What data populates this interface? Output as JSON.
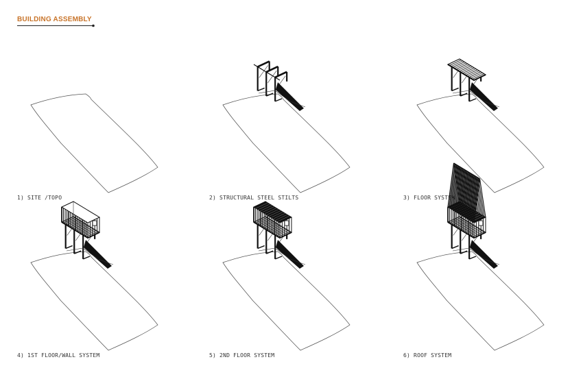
{
  "header": {
    "title": "BUILDING ASSEMBLY",
    "accent_color": "#c8742a"
  },
  "steps": [
    {
      "label": "1) SITE /TOPO",
      "stage": 1
    },
    {
      "label": "2) STRUCTURAL STEEL STILTS",
      "stage": 2
    },
    {
      "label": "3) FLOOR SYSTEM",
      "stage": 3
    },
    {
      "label": "4) 1ST FLOOR/WALL SYSTEM",
      "stage": 4
    },
    {
      "label": "5) 2ND FLOOR SYSTEM",
      "stage": 5
    },
    {
      "label": "6) ROOF SYSTEM",
      "stage": 6
    }
  ]
}
